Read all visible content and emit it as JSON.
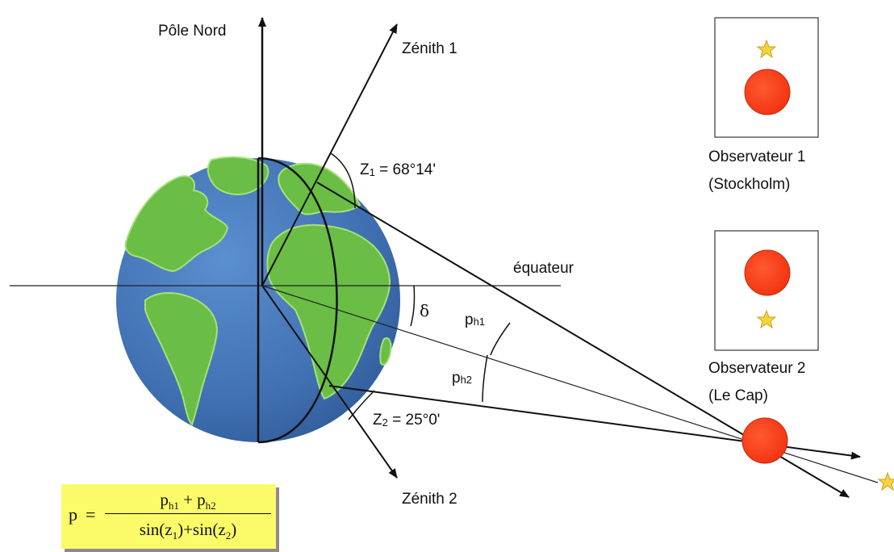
{
  "labels": {
    "north_pole": "Pôle Nord",
    "zenith1": "Zénith 1",
    "zenith2": "Zénith 2",
    "equator": "équateur",
    "z1_main": "Z",
    "z1_sub": "1",
    "z1_value": " = 68°14'",
    "z2_main": "Z",
    "z2_sub": "2",
    "z2_value": " = 25°0'",
    "delta": "δ",
    "ph1_main": "p",
    "ph1_sub": "h1",
    "ph2_main": "p",
    "ph2_sub": "h2"
  },
  "observers": [
    {
      "line1": "Observateur 1",
      "line2": "(Stockholm)"
    },
    {
      "line1": "Observateur 2",
      "line2": "(Le Cap)"
    }
  ],
  "formula": {
    "lhs": "p",
    "eq": "=",
    "num_a": "p",
    "num_a_sub": "h1",
    "num_plus": " + ",
    "num_b": "p",
    "num_b_sub": "h2",
    "den_a": "sin(z",
    "den_a_sub": "1",
    "den_mid": ")+sin(z",
    "den_b_sub": "2",
    "den_end": ")"
  },
  "colors": {
    "ocean": "#3f6fb0",
    "land": "#6abd45",
    "planet": "#ff3b1a",
    "star": "#f7d33a",
    "formula_bg": "#fbfb69"
  }
}
